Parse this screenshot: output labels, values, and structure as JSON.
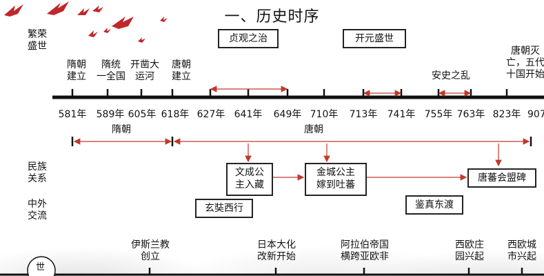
{
  "title": "一、历史时序",
  "left_labels": {
    "prosperity": [
      "繁荣",
      "盛世"
    ],
    "ethnic": [
      "民族",
      "关系"
    ],
    "foreign": [
      "中外",
      "交流"
    ],
    "world": "世"
  },
  "prosperity_periods": [
    "贞观之治",
    "开元盛世"
  ],
  "top_events": [
    {
      "text": [
        "隋朝",
        "建立"
      ]
    },
    {
      "text": [
        "隋统",
        "一全国"
      ]
    },
    {
      "text": [
        "开凿大",
        "运河"
      ]
    },
    {
      "text": [
        "唐朝",
        "建立"
      ]
    },
    {
      "text": [
        "安史之乱"
      ]
    },
    {
      "text": [
        "唐朝灭",
        "亡，五代",
        "十国开始"
      ]
    }
  ],
  "years": [
    "581年",
    "589年",
    "605年",
    "618年",
    "627年",
    "641年",
    "649年",
    "710年",
    "713年",
    "741年",
    "755年",
    "763年",
    "823年",
    "907"
  ],
  "dynasties": [
    "隋朝",
    "唐朝"
  ],
  "relation_events": [
    {
      "text": [
        "文成公",
        "主入藏"
      ]
    },
    {
      "text": [
        "金城公主",
        "嫁到吐蕃"
      ]
    },
    {
      "text": [
        "唐蕃会盟碑"
      ]
    }
  ],
  "exchange_events": [
    "玄奘西行",
    "鉴真东渡"
  ],
  "world_events": [
    {
      "text": [
        "伊斯兰教",
        "创立"
      ]
    },
    {
      "text": [
        "日本大化",
        "改新开始"
      ]
    },
    {
      "text": [
        "阿拉伯帝国",
        "横跨亚欧非"
      ]
    },
    {
      "text": [
        "西欧庄",
        "园兴起"
      ]
    },
    {
      "text": [
        "西欧城",
        "市兴起"
      ]
    }
  ],
  "colors": {
    "accent": "#c0392b",
    "line": "#111111"
  }
}
